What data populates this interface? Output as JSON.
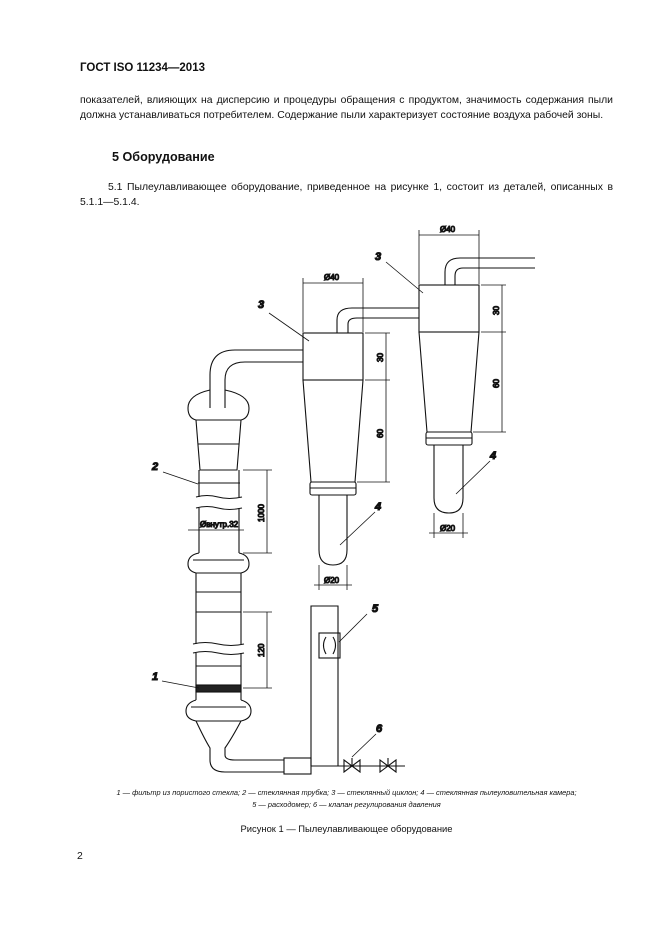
{
  "header": {
    "doc_code": "ГОСТ ISO 11234—2013"
  },
  "intro_text": "показателей, влияющих на дисперсию и процедуры обращения с продуктом, значимость содержания пыли должна устанавливаться потребителем. Содержание пыли характеризует состояние воздуха рабочей зоны.",
  "section": {
    "title": "5 Оборудование"
  },
  "clause_5_1": "5.1 Пылеулавливающее оборудование, приведенное на рисунке 1, состоит из деталей, описанных в 5.1.1—5.1.4.",
  "figure": {
    "labels": {
      "filter": "1",
      "tube": "2",
      "cyclone_a": "3",
      "cyclone_b": "3",
      "chamber_a": "4",
      "chamber_b": "4",
      "flowmeter": "5",
      "valve": "6"
    },
    "dimensions": {
      "tube_length": "1000",
      "tube_inner_diameter": "Øвнутр.32",
      "filter_gap": "120",
      "cyclone_a_diameter": "Ø40",
      "cyclone_a_top": "30",
      "cyclone_a_cone": "60",
      "chamber_a_diameter": "Ø20",
      "cyclone_b_diameter": "Ø40",
      "cyclone_b_top": "30",
      "cyclone_b_cone": "60",
      "chamber_b_diameter": "Ø20"
    },
    "caption_items": [
      "1 — фильтр из пористого стекла;",
      "2 — стеклянная трубка;",
      "3 — стеклянный циклон;",
      "4 — стеклянная пылеуловительная камера;",
      "5 — расходомер;",
      "6 — клапан регулирования давления"
    ],
    "title": "Рисунок 1 — Пылеулавливающее оборудование"
  },
  "page_number": "2"
}
